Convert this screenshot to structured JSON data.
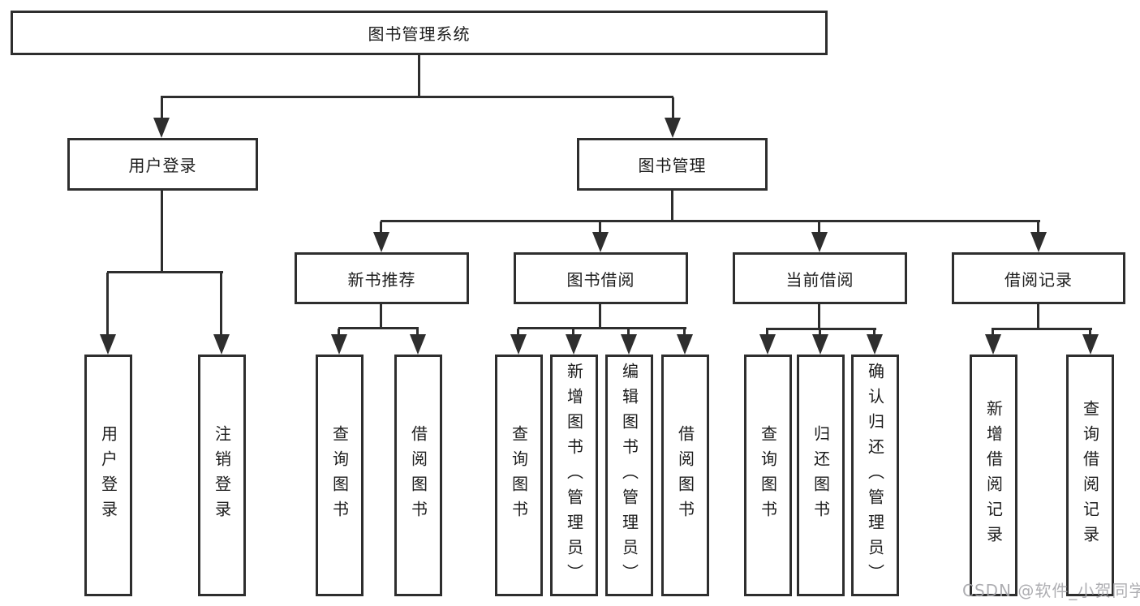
{
  "diagram": {
    "title": "图书管理系统",
    "root": {
      "label": "图书管理系统"
    },
    "branches": [
      {
        "label": "用户登录",
        "children": [
          {
            "label": "用户登录"
          },
          {
            "label": "注销登录"
          }
        ]
      },
      {
        "label": "图书管理",
        "children": [
          {
            "label": "新书推荐",
            "children": [
              {
                "label": "查询图书"
              },
              {
                "label": "借阅图书"
              }
            ]
          },
          {
            "label": "图书借阅",
            "children": [
              {
                "label": "查询图书"
              },
              {
                "label": "新增图书（管理员）"
              },
              {
                "label": "编辑图书（管理员）"
              },
              {
                "label": "借阅图书"
              }
            ]
          },
          {
            "label": "当前借阅",
            "children": [
              {
                "label": "查询图书"
              },
              {
                "label": "归还图书"
              },
              {
                "label": "确认归还（管理员）"
              }
            ]
          },
          {
            "label": "借阅记录",
            "children": [
              {
                "label": "新增借阅记录"
              },
              {
                "label": "查询借阅记录"
              }
            ]
          }
        ]
      }
    ]
  },
  "watermark": {
    "text": "CSDN @软件_小贺同学"
  },
  "colors": {
    "line": "#2e2e2e",
    "box_border": "#2e2e2e",
    "box_background": "#ffffff",
    "text": "#1c1c1c",
    "watermark": "#a5a5aa",
    "page_background": "#ffffff"
  }
}
